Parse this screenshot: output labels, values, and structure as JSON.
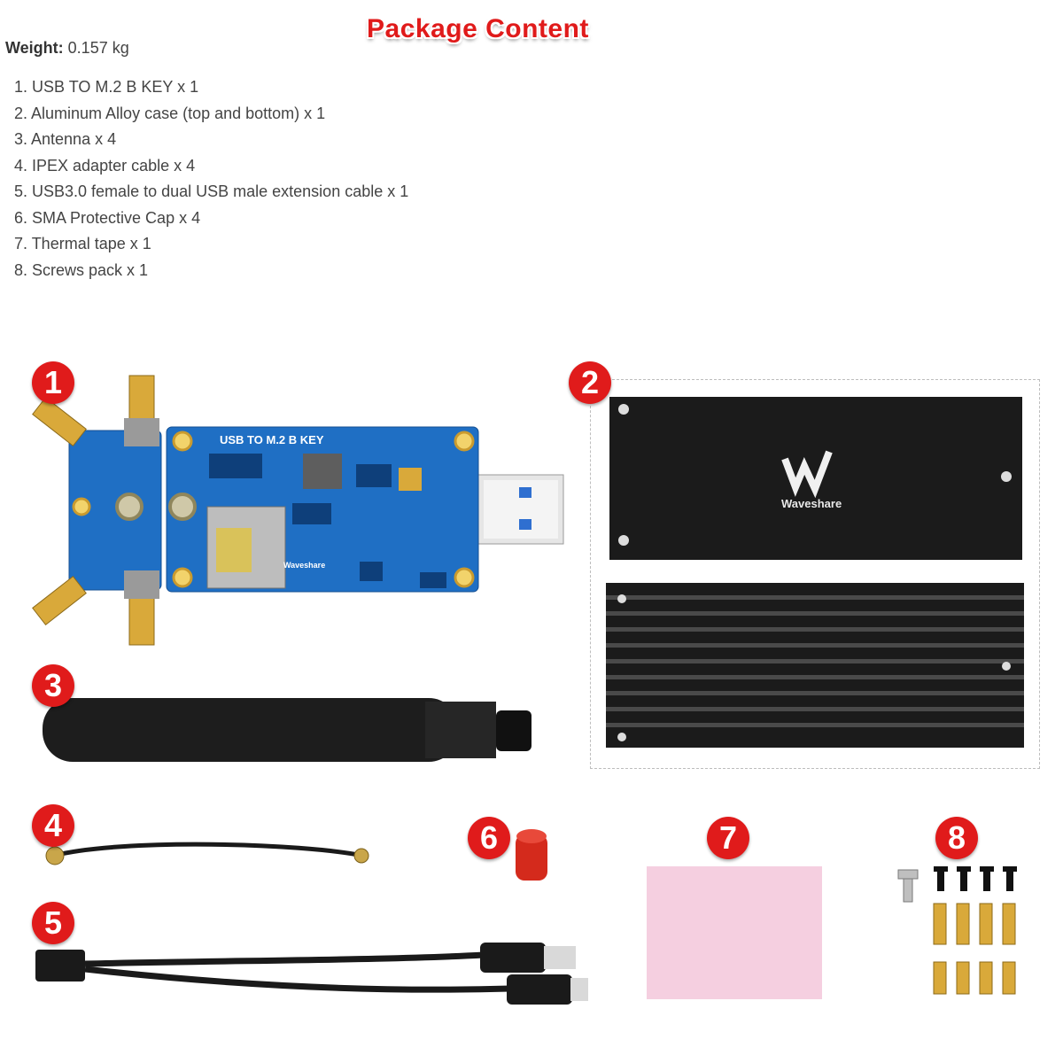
{
  "header": {
    "title": "Package Content",
    "weight_label": "Weight:",
    "weight_value": "0.157 kg"
  },
  "items": [
    {
      "number": "1",
      "text": "1. USB TO M.2 B KEY x 1"
    },
    {
      "number": "2",
      "text": "2. Aluminum Alloy case (top and bottom) x 1"
    },
    {
      "number": "3",
      "text": "3. Antenna x 4"
    },
    {
      "number": "4",
      "text": "4. IPEX adapter cable x 4"
    },
    {
      "number": "5",
      "text": "5. USB3.0 female to dual USB male extension cable x 1"
    },
    {
      "number": "6",
      "text": "6. SMA Protective Cap x 4"
    },
    {
      "number": "7",
      "text": "7. Thermal tape x 1"
    },
    {
      "number": "8",
      "text": "8. Screws pack x 1"
    }
  ],
  "board_label": "USB TO M.2 B KEY",
  "brand": "Waveshare",
  "colors": {
    "accent_red": "#e01b1b",
    "board_blue": "#1f6fc4",
    "case_black": "#1b1b1b",
    "thermal_pink": "#f5cfe0",
    "brass": "#d9a93a"
  },
  "icons": [
    "waveshare-logo-icon"
  ]
}
